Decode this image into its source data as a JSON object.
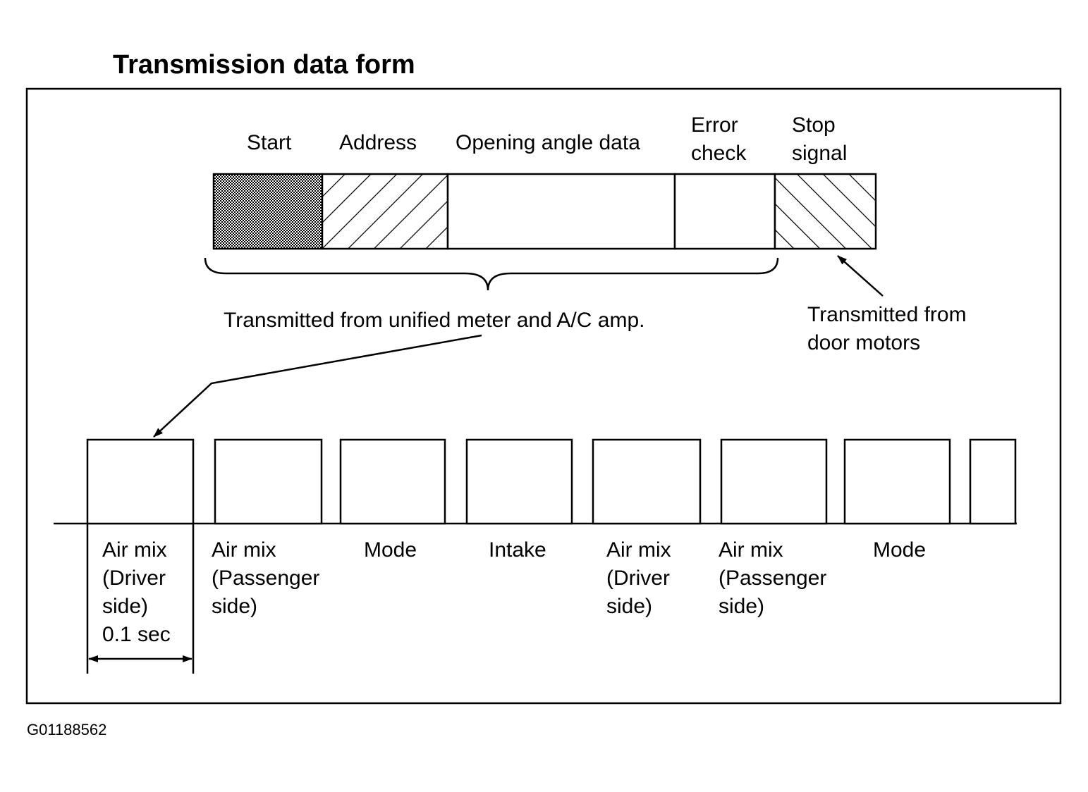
{
  "title": "Transmission data form",
  "frame_labels": {
    "start": "Start",
    "address": "Address",
    "opening_angle": "Opening angle data",
    "error_check": [
      "Error",
      "check"
    ],
    "stop_signal": [
      "Stop",
      "signal"
    ]
  },
  "annotations": {
    "from_amp": "Transmitted from unified meter and A/C amp.",
    "from_motors": [
      "Transmitted from",
      "door motors"
    ]
  },
  "pulses": [
    {
      "lines": [
        "Air mix",
        "(Driver",
        "side)"
      ]
    },
    {
      "lines": [
        "Air mix",
        "(Passenger",
        "side)"
      ]
    },
    {
      "lines": [
        "Mode"
      ]
    },
    {
      "lines": [
        "Intake"
      ]
    },
    {
      "lines": [
        "Air mix",
        "(Driver",
        "side)"
      ]
    },
    {
      "lines": [
        "Air mix",
        "(Passenger",
        "side)"
      ]
    },
    {
      "lines": [
        "Mode"
      ]
    }
  ],
  "duration": "0.1 sec",
  "figure_code": "G01188562"
}
